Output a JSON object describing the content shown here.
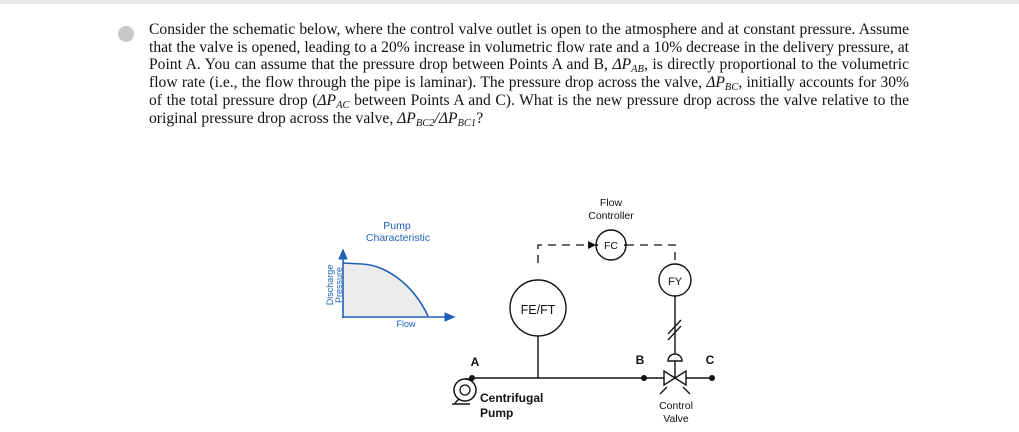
{
  "question": {
    "part1": "Consider the schematic below, where the control valve outlet is open to the atmosphere and at constant pressure. Assume that the valve is opened, leading to a 20% increase in volumetric flow rate and a 10% decrease in the delivery pressure, at Point A. You can assume that the pressure drop between Points A and B, ",
    "dp_ab": "ΔP",
    "dp_ab_sub": "AB",
    "part2": ", is directly proportional to the volumetric flow rate (i.e., the flow through the pipe is laminar). The pressure drop across the valve, ",
    "dp_bc": "ΔP",
    "dp_bc_sub": "BC",
    "part3": ", initially accounts for 30% of the total pressure drop (",
    "dp_ac": "ΔP",
    "dp_ac_sub": "AC",
    "part4": " between Points A and C). What is the new pressure drop across the valve relative to the original pressure drop across the valve, ",
    "ratio_num": "ΔP",
    "ratio_num_sub": "BC2",
    "ratio_slash": "/",
    "ratio_den": "ΔP",
    "ratio_den_sub": "BC1",
    "part5": "?"
  },
  "schematic": {
    "pump_characteristic_line1": "Pump",
    "pump_characteristic_line2": "Characteristic",
    "y_axis_line1": "Discharge",
    "y_axis_line2": "Pressure",
    "x_axis": "Flow",
    "flow_controller_line1": "Flow",
    "flow_controller_line2": "Controller",
    "fc": "FC",
    "fy": "FY",
    "fe_ft": "FE/FT",
    "point_a": "A",
    "point_b": "B",
    "point_c": "C",
    "pump_line1": "Centrifugal",
    "pump_line2": "Pump",
    "valve_line1": "Control",
    "valve_line2": "Valve"
  },
  "colors": {
    "accent_blue": "#1f5fb5",
    "curve_fill": "#ececec"
  }
}
